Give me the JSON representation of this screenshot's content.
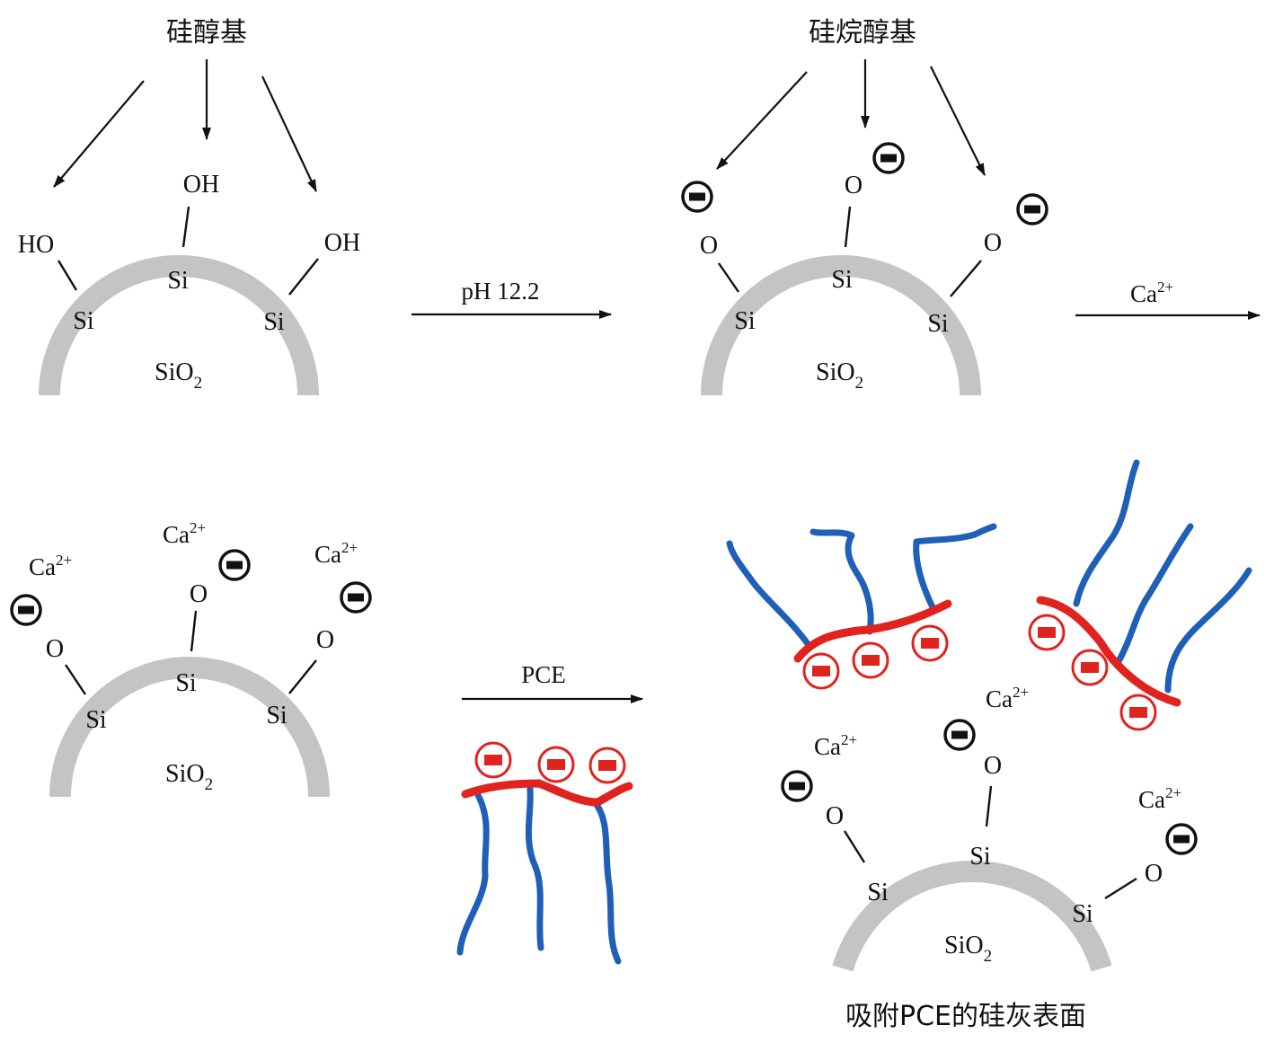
{
  "panels": {
    "top_left": {
      "heading": "硅醇基",
      "groups": [
        "HO",
        "OH",
        "OH"
      ],
      "si": [
        "Si",
        "Si",
        "Si"
      ],
      "core": "SiO",
      "core_sub": "2"
    },
    "top_right": {
      "heading": "硅烷醇基",
      "groups": [
        "O",
        "O",
        "O"
      ],
      "si": [
        "Si",
        "Si",
        "Si"
      ],
      "core": "SiO",
      "core_sub": "2"
    },
    "bottom_left": {
      "ions": [
        "Ca",
        "Ca",
        "Ca"
      ],
      "ion_sup": "2+",
      "groups": [
        "O",
        "O",
        "O"
      ],
      "si": [
        "Si",
        "Si",
        "Si"
      ],
      "core": "SiO",
      "core_sub": "2"
    },
    "bottom_right": {
      "ions": [
        "Ca",
        "Ca",
        "Ca"
      ],
      "ion_sup": "2+",
      "groups": [
        "O",
        "O",
        "O"
      ],
      "si": [
        "Si",
        "Si",
        "Si"
      ],
      "core": "SiO",
      "core_sub": "2",
      "caption": "吸附PCE的硅灰表面"
    }
  },
  "arrows": {
    "ph": "pH 12.2",
    "ca": "Ca",
    "ca_sup": "2+",
    "pce": "PCE"
  },
  "colors": {
    "surface": "#c4c4c4",
    "pce_backbone": "#e0231f",
    "pce_sidechain": "#1f5fb8",
    "negative_charge": "#111111"
  }
}
